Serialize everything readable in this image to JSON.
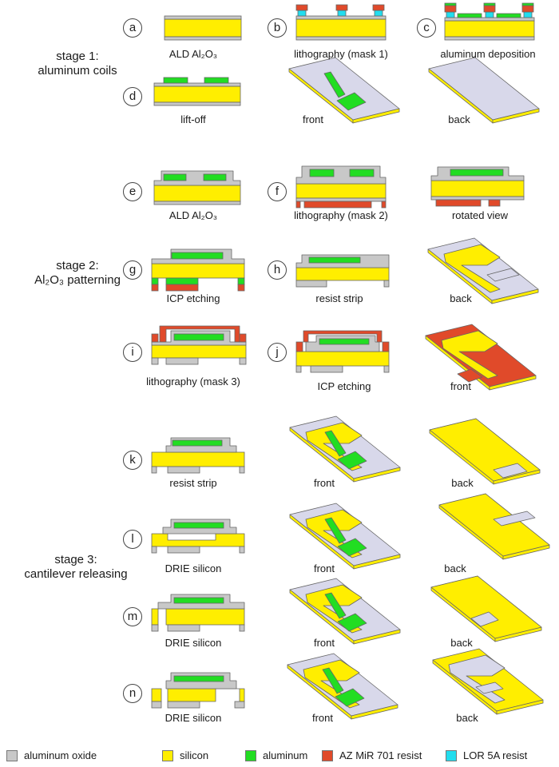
{
  "colors": {
    "oxide": "#c8c8c8",
    "silicon": "#ffee00",
    "aluminum": "#22dd22",
    "az_resist": "#e04a2a",
    "lor_resist": "#22ddee",
    "view_plate": "#d8d8ea"
  },
  "stages": [
    {
      "id": "s1",
      "lines": [
        "stage 1:",
        "aluminum coils"
      ]
    },
    {
      "id": "s2",
      "lines": [
        "stage 2:",
        "Al₂O₃ patterning"
      ]
    },
    {
      "id": "s3",
      "lines": [
        "stage 3:",
        "cantilever releasing"
      ]
    }
  ],
  "steps": [
    {
      "letter": "a",
      "caption": "ALD Al₂O₃"
    },
    {
      "letter": "b",
      "caption": "lithography (mask 1)"
    },
    {
      "letter": "c",
      "caption": "aluminum deposition"
    },
    {
      "letter": "d",
      "caption": "lift-off"
    },
    {
      "letter": "e",
      "caption": "ALD Al₂O₃"
    },
    {
      "letter": "f",
      "caption": "lithography (mask 2)"
    },
    {
      "letter": "g",
      "caption": "ICP etching"
    },
    {
      "letter": "h",
      "caption": "resist strip"
    },
    {
      "letter": "i",
      "caption": "lithography (mask 3)"
    },
    {
      "letter": "j",
      "caption": "ICP etching"
    },
    {
      "letter": "k",
      "caption": "resist strip"
    },
    {
      "letter": "l",
      "caption": "DRIE silicon"
    },
    {
      "letter": "m",
      "caption": "DRIE silicon"
    },
    {
      "letter": "n",
      "caption": "DRIE silicon"
    }
  ],
  "view_labels": {
    "d_front": "front",
    "d_back": "back",
    "f_rot": "rotated view",
    "h_back": "back",
    "j_front": "front",
    "k_front": "front",
    "k_back": "back",
    "l_front": "front",
    "l_back": "back",
    "m_front": "front",
    "m_back": "back",
    "n_front": "front",
    "n_back": "back"
  },
  "legend": [
    {
      "label": "aluminum oxide",
      "color": "#c8c8c8"
    },
    {
      "label": "silicon",
      "color": "#ffee00"
    },
    {
      "label": "aluminum",
      "color": "#22dd22"
    },
    {
      "label": "AZ MiR 701 resist",
      "color": "#e04a2a"
    },
    {
      "label": "LOR 5A resist",
      "color": "#22ddee"
    }
  ]
}
